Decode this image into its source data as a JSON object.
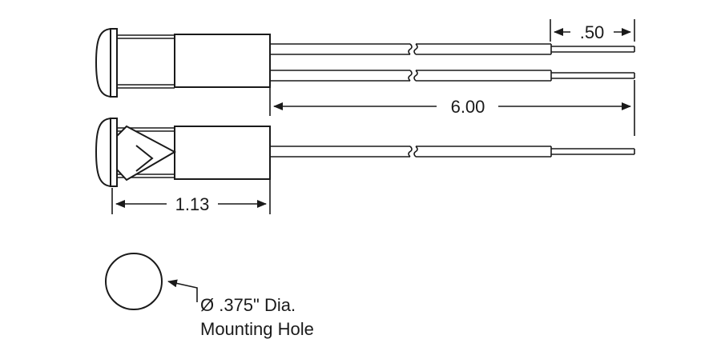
{
  "dimensions": {
    "lead_strip": ".50",
    "overall_length": "6.00",
    "body_length": "1.13"
  },
  "note": {
    "line1": "Ø .375\" Dia.",
    "line2": "Mounting Hole"
  }
}
